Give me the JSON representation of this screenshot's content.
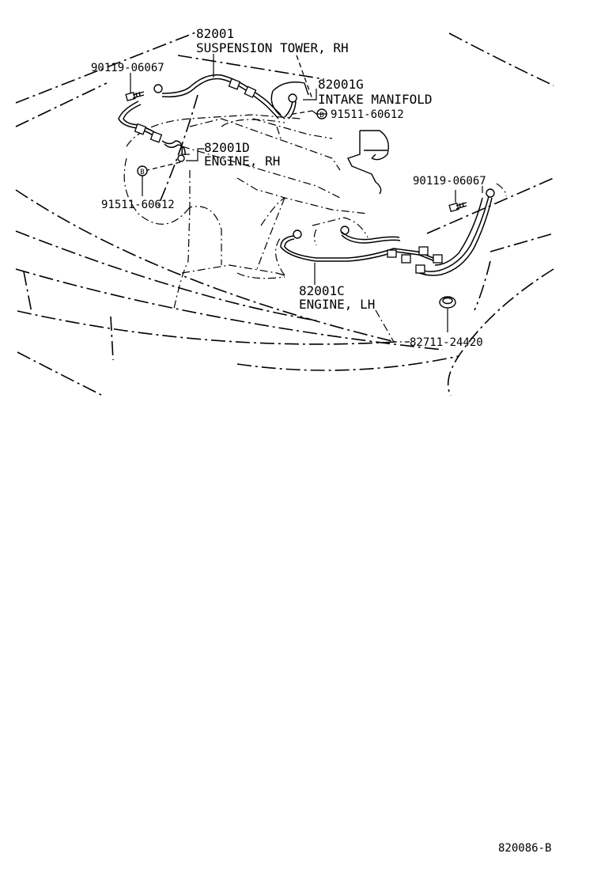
{
  "diagram": {
    "parts": [
      {
        "part_no": "82001",
        "desc": "SUSPENSION TOWER, RH"
      },
      {
        "part_no": "82001G",
        "desc": "INTAKE MANIFOLD"
      },
      {
        "part_no": "82001D",
        "desc": "ENGINE, RH"
      },
      {
        "part_no": "82001C",
        "desc": "ENGINE, LH"
      }
    ],
    "fasteners": [
      {
        "part_no": "90119-06067"
      },
      {
        "part_no": "91511-60612",
        "badge": "B"
      },
      {
        "part_no": "91511-60612",
        "badge": "B"
      },
      {
        "part_no": "90119-06067"
      }
    ],
    "clamp": {
      "part_no": "82711-24420"
    },
    "figure_id": "820086-B"
  }
}
